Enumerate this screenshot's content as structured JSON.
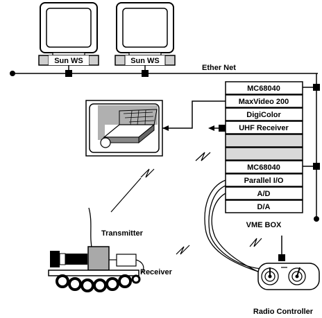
{
  "workstations": [
    {
      "label": "Sun WS"
    },
    {
      "label": "Sun WS"
    }
  ],
  "network": {
    "label": "Ether Net"
  },
  "vme_box": {
    "label": "VME BOX",
    "modules": [
      {
        "label": "MC68040"
      },
      {
        "label": "MaxVideo 200"
      },
      {
        "label": "DigiColor"
      },
      {
        "label": "UHF Receiver"
      },
      {
        "label": ""
      },
      {
        "label": ""
      },
      {
        "label": "MC68040"
      },
      {
        "label": "Parallel I/O"
      },
      {
        "label": "A/D"
      },
      {
        "label": "D/A"
      }
    ]
  },
  "robot": {
    "transmitter_label": "Transmitter",
    "receiver_label": "Receiver"
  },
  "radio_controller": {
    "label": "Radio Controller"
  },
  "colors": {
    "ink": "#000000",
    "screen_gray": "#cfcfcf",
    "camera_gray": "#a9a9a9",
    "empty_slot": "#d9d9d9",
    "background": "#ffffff"
  }
}
